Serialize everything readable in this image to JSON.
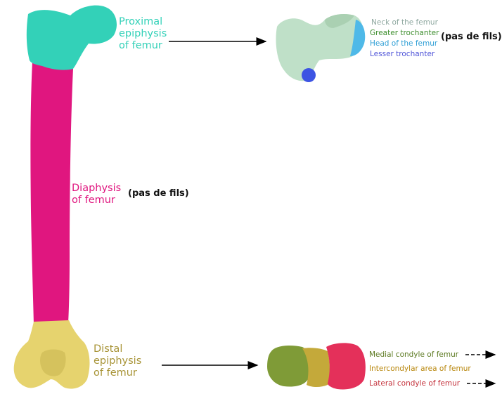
{
  "colors": {
    "proximal": "#33d1b8",
    "diaphysis": "#e0167f",
    "distal": "#e6d36e",
    "distal_label": "#a89437",
    "neck_label": "#8fa8a0",
    "greater_label": "#3f8f2f",
    "head_label": "#2f9fd6",
    "lesser_label": "#4f54d8",
    "medial_label": "#5d7a22",
    "intercondylar_label": "#b8860b",
    "lateral_label": "#c4323c",
    "bone_main": "#bfe0c8",
    "head_fill": "#4fb9e8",
    "lesser_fill": "#3d54e3",
    "medial_fill": "#7f9b37",
    "intercondylar_fill": "#c4a93a",
    "lateral_fill": "#e4305a"
  },
  "labels": {
    "proximal": [
      "Proximal",
      "epiphysis",
      "of femur"
    ],
    "diaphysis": [
      "Diaphysis",
      "of femur"
    ],
    "distal": [
      "Distal",
      "epiphysis",
      "of femur"
    ],
    "diaphysis_note": "(pas de fils)",
    "proximal_note": "(pas de fils)"
  },
  "proximal_parts": [
    {
      "text": "Neck of the femur",
      "color_key": "neck_label"
    },
    {
      "text": "Greater trochanter",
      "color_key": "greater_label"
    },
    {
      "text": "Head of the femur",
      "color_key": "head_label"
    },
    {
      "text": "Lesser trochanter",
      "color_key": "lesser_label"
    }
  ],
  "distal_parts": [
    {
      "text": "Medial condyle of femur",
      "color_key": "medial_label"
    },
    {
      "text": "Intercondylar area of femur",
      "color_key": "intercondylar_label"
    },
    {
      "text": "Lateral condyle of femur",
      "color_key": "lateral_label"
    }
  ]
}
